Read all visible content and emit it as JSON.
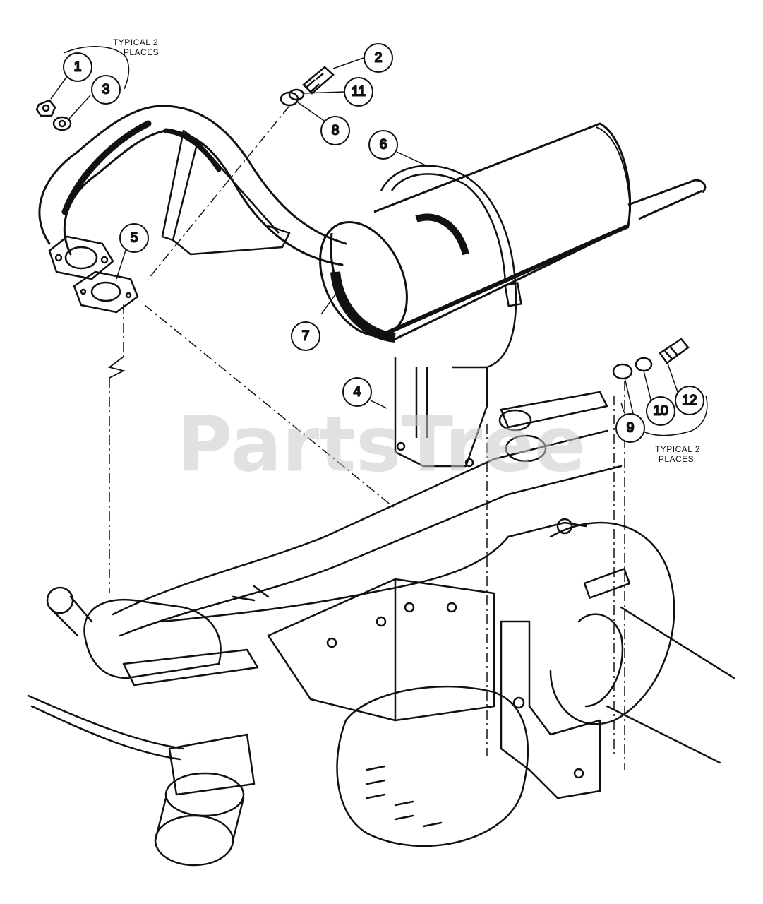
{
  "diagram": {
    "callouts": [
      {
        "id": "c1",
        "label": "1"
      },
      {
        "id": "c2",
        "label": "2"
      },
      {
        "id": "c3",
        "label": "3"
      },
      {
        "id": "c4",
        "label": "4"
      },
      {
        "id": "c5",
        "label": "5"
      },
      {
        "id": "c6",
        "label": "6"
      },
      {
        "id": "c7",
        "label": "7"
      },
      {
        "id": "c8",
        "label": "8"
      },
      {
        "id": "c9",
        "label": "9"
      },
      {
        "id": "c10",
        "label": "10"
      },
      {
        "id": "c11",
        "label": "11"
      },
      {
        "id": "c12",
        "label": "12"
      }
    ],
    "notes": {
      "top_left_line1": "TYPICAL 2",
      "top_left_line2": "PLACES",
      "right_line1": "TYPICAL 2",
      "right_line2": "PLACES"
    },
    "watermark": "PartsTree"
  },
  "colors": {
    "ink": "#111111",
    "paper": "#ffffff",
    "watermark": "#c8c8c8"
  }
}
